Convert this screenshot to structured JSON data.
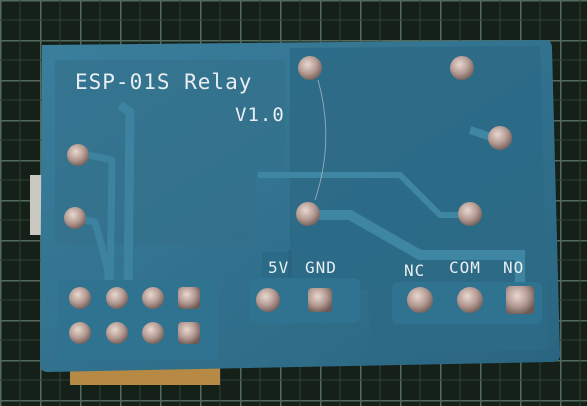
{
  "board": {
    "title": "ESP-01S Relay",
    "version": "V1.0",
    "label_5v": "5V",
    "label_gnd": "GND",
    "label_nc": "NC",
    "label_com": "COM",
    "label_no": "NO"
  },
  "colors": {
    "mat": "#1c2b22",
    "mat_grid": "#6f8f7c",
    "pcb": "#2f6f8a",
    "pcb_dark": "#1d4f67",
    "copper_trace": "#3a7c98",
    "solder": "#b49a92",
    "silkscreen": "#e8eef2"
  }
}
